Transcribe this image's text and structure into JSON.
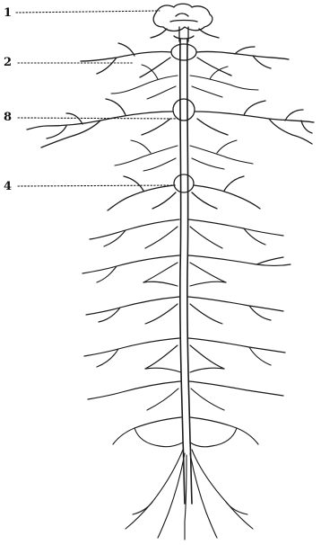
{
  "labels": [
    {
      "id": "1",
      "text": "1"
    },
    {
      "id": "2",
      "text": "2"
    },
    {
      "id": "3",
      "text": "8"
    },
    {
      "id": "4",
      "text": "4"
    }
  ],
  "style": {
    "ink": "#1a1a1a",
    "paper": "#ffffff"
  }
}
